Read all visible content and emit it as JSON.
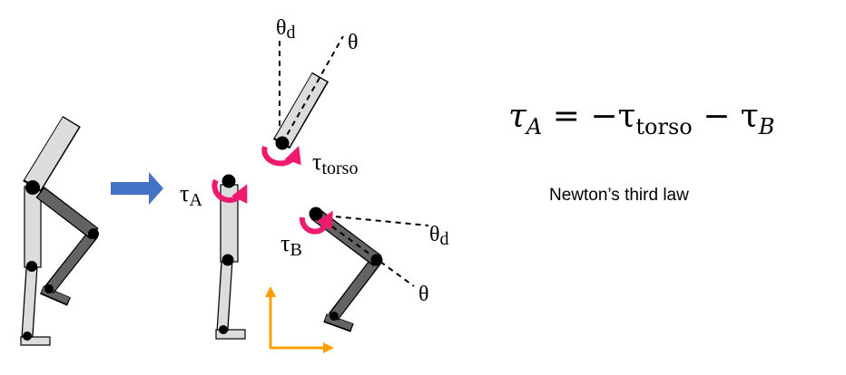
{
  "colors": {
    "light_segment": "#dcdcdc",
    "dark_segment": "#636363",
    "torque_arrow": "#ee1a6e",
    "transition_arrow": "#4472c4",
    "axes": "#ffa000"
  },
  "labels": {
    "tau_a": {
      "base": "τ",
      "sub": "A"
    },
    "tau_b": {
      "base": "τ",
      "sub": "B"
    },
    "tau_torso": {
      "base": "τ",
      "sub": "torso"
    },
    "theta_d_torso": {
      "base": "θ",
      "sub": "d"
    },
    "theta_torso": "θ",
    "theta_d_leg": {
      "base": "θ",
      "sub": "d"
    },
    "theta_leg": "θ"
  },
  "equation": {
    "lhs": "τ",
    "lhs_sub": "A",
    "eq": " = −τ",
    "term1_sub": "torso",
    "minus": " − τ",
    "term2_sub": "B"
  },
  "caption": "Newton’s third law"
}
